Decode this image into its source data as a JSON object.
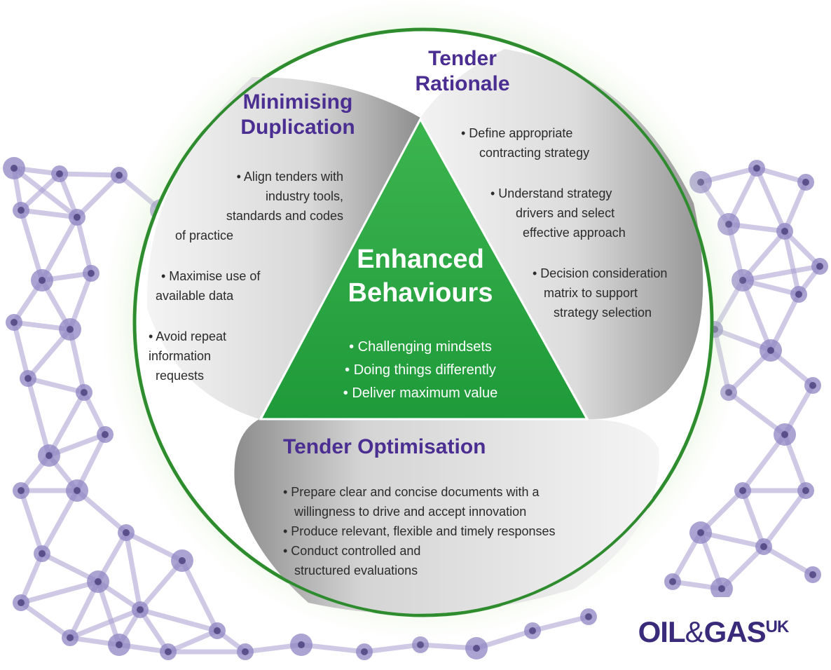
{
  "colors": {
    "network_line": "#a79ccf",
    "node_fill": "#8f84c2",
    "node_core": "#4a3f7a",
    "green_glow": "#6dbb45",
    "triangle_green": "#2aa542",
    "segment_gray": "#9b9b9b",
    "heading_purple": "#4b2e91"
  },
  "segments": {
    "minimising_duplication": {
      "heading": [
        "Minimising",
        "Duplication"
      ],
      "bullets": [
        [
          "• Align tenders with",
          "industry tools,",
          "standards and codes",
          "of practice"
        ],
        [
          "• Maximise use of",
          "available data"
        ],
        [
          "• Avoid repeat",
          "information",
          "requests"
        ]
      ]
    },
    "tender_rationale": {
      "heading": [
        "Tender",
        "Rationale"
      ],
      "bullets": [
        [
          "• Define appropriate",
          "contracting strategy"
        ],
        [
          "• Understand strategy",
          "drivers and select",
          "effective approach"
        ],
        [
          "• Decision consideration",
          "matrix to support",
          "strategy selection"
        ]
      ]
    },
    "tender_optimisation": {
      "heading": "Tender Optimisation",
      "bullets": [
        [
          "• Prepare clear and concise documents with a",
          "willingness to drive and accept innovation"
        ],
        [
          "• Produce relevant, flexible and timely responses"
        ],
        [
          "• Conduct controlled and",
          "structured evaluations"
        ]
      ]
    }
  },
  "center": {
    "title": [
      "Enhanced",
      "Behaviours"
    ],
    "items": [
      "• Challenging mindsets",
      "• Doing things differently",
      "• Deliver maximum value"
    ]
  },
  "logo": {
    "main": "OIL",
    "amp": "&",
    "gas": "GAS",
    "sup": "UK"
  }
}
